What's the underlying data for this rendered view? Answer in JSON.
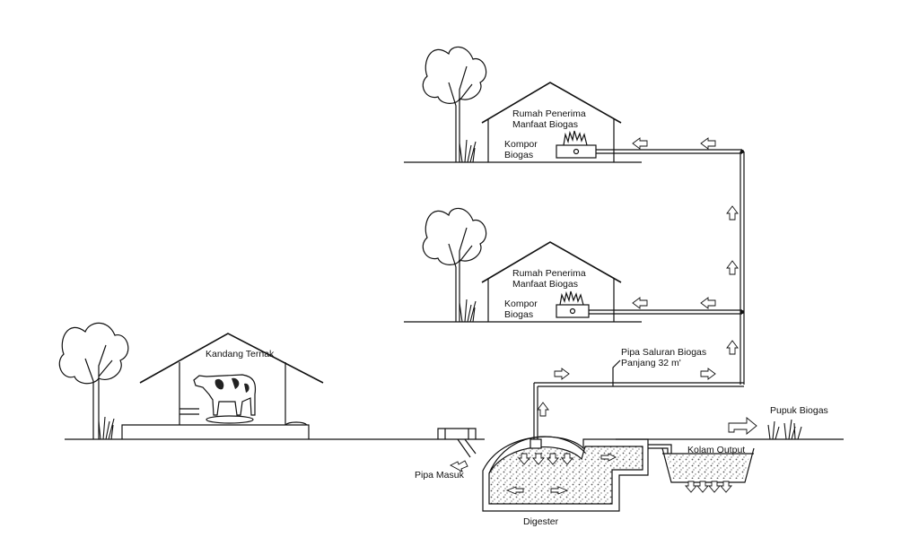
{
  "labels": {
    "house_top_line1": "Rumah Penerima",
    "house_top_line2": "Manfaat Biogas",
    "stove_top_line1": "Kompor",
    "stove_top_line2": "Biogas",
    "house_mid_line1": "Rumah Penerima",
    "house_mid_line2": "Manfaat Biogas",
    "stove_mid_line1": "Kompor",
    "stove_mid_line2": "Biogas",
    "barn": "Kandang Ternak",
    "pipe_line1": "Pipa Saluran Biogas",
    "pipe_line2": "Panjang 32 m'",
    "fertilizer": "Pupuk Biogas",
    "output_pond": "Kolam Output",
    "inlet_pipe": "Pipa Masuk",
    "digester": "Digester"
  },
  "icons": {
    "tree": "tree-icon",
    "cow": "cow-icon",
    "flame": "flame-icon",
    "flow_arrow": "flow-arrow-icon"
  },
  "colors": {
    "line": "#111111",
    "background": "#ffffff",
    "fill_dots": "#666666"
  }
}
